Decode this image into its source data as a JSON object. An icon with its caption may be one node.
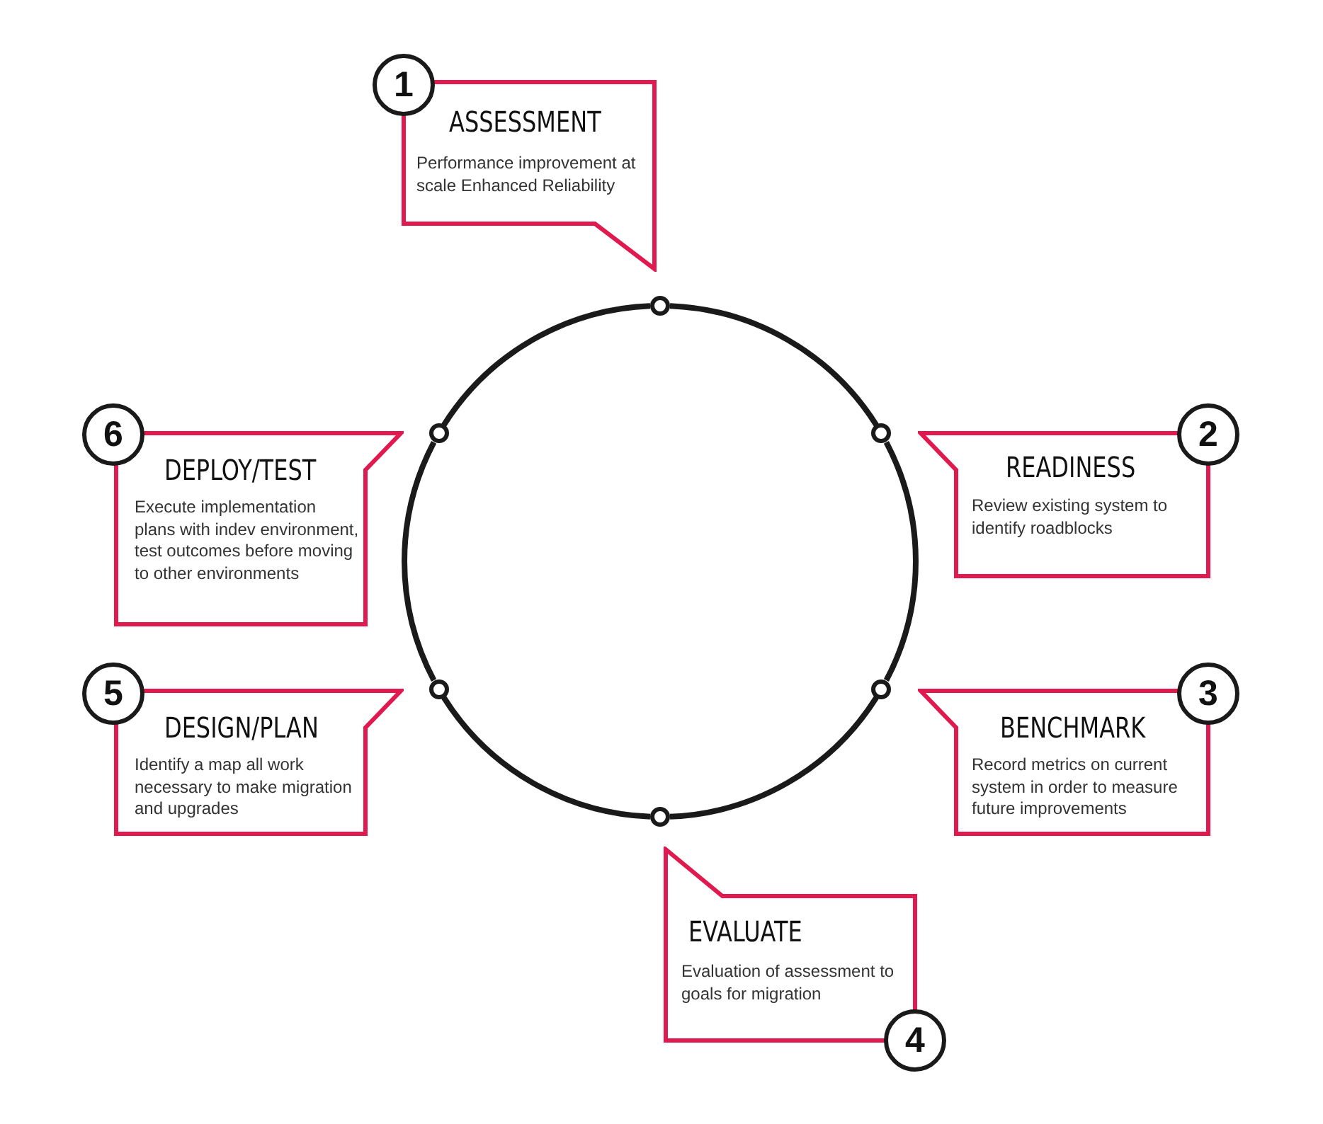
{
  "diagram": {
    "nodes": [
      {
        "text": [
          "1"
        ]
      },
      {
        "text": [
          "ASSESSMENT",
          "Performance improvement at scale Enhanced Reliability"
        ]
      },
      {
        "text": [
          "2"
        ]
      },
      {
        "text": [
          "READINESS",
          "Review existing system to identify roadblocks"
        ]
      },
      {
        "text": [
          "3"
        ]
      },
      {
        "text": [
          "BENCHMARK",
          "Record metrics on current system in order to measure future improvements"
        ]
      },
      {
        "text": [
          "4"
        ]
      },
      {
        "text": [
          "EVALUATE",
          "Evaluation of assessment to goals for migration"
        ]
      },
      {
        "text": [
          "5"
        ]
      },
      {
        "text": [
          "DESIGN/PLAN",
          "Identify a map all work necessary to make migration and upgrades"
        ]
      },
      {
        "text": [
          "6"
        ]
      },
      {
        "text": [
          "DEPLOY/TEST",
          "Execute implementation plans with indev environment, test outcomes before moving to other environments"
        ]
      },
      {
        "text": [],
        "shape": "circle"
      },
      {
        "text": [],
        "shape": "circle"
      },
      {
        "text": [],
        "shape": "circle"
      },
      {
        "text": [],
        "shape": "circle"
      },
      {
        "text": [],
        "shape": "circle"
      },
      {
        "text": [],
        "shape": "circle"
      }
    ],
    "edges": [
      {
        "from": 12,
        "to": 13,
        "arrow": "none"
      },
      {
        "from": 13,
        "to": 14,
        "arrow": "none"
      },
      {
        "from": 14,
        "to": 15,
        "arrow": "none"
      },
      {
        "from": 15,
        "to": 16,
        "arrow": "none"
      },
      {
        "from": 16,
        "to": 17,
        "arrow": "none"
      },
      {
        "from": 17,
        "to": 12,
        "arrow": "none"
      }
    ]
  }
}
